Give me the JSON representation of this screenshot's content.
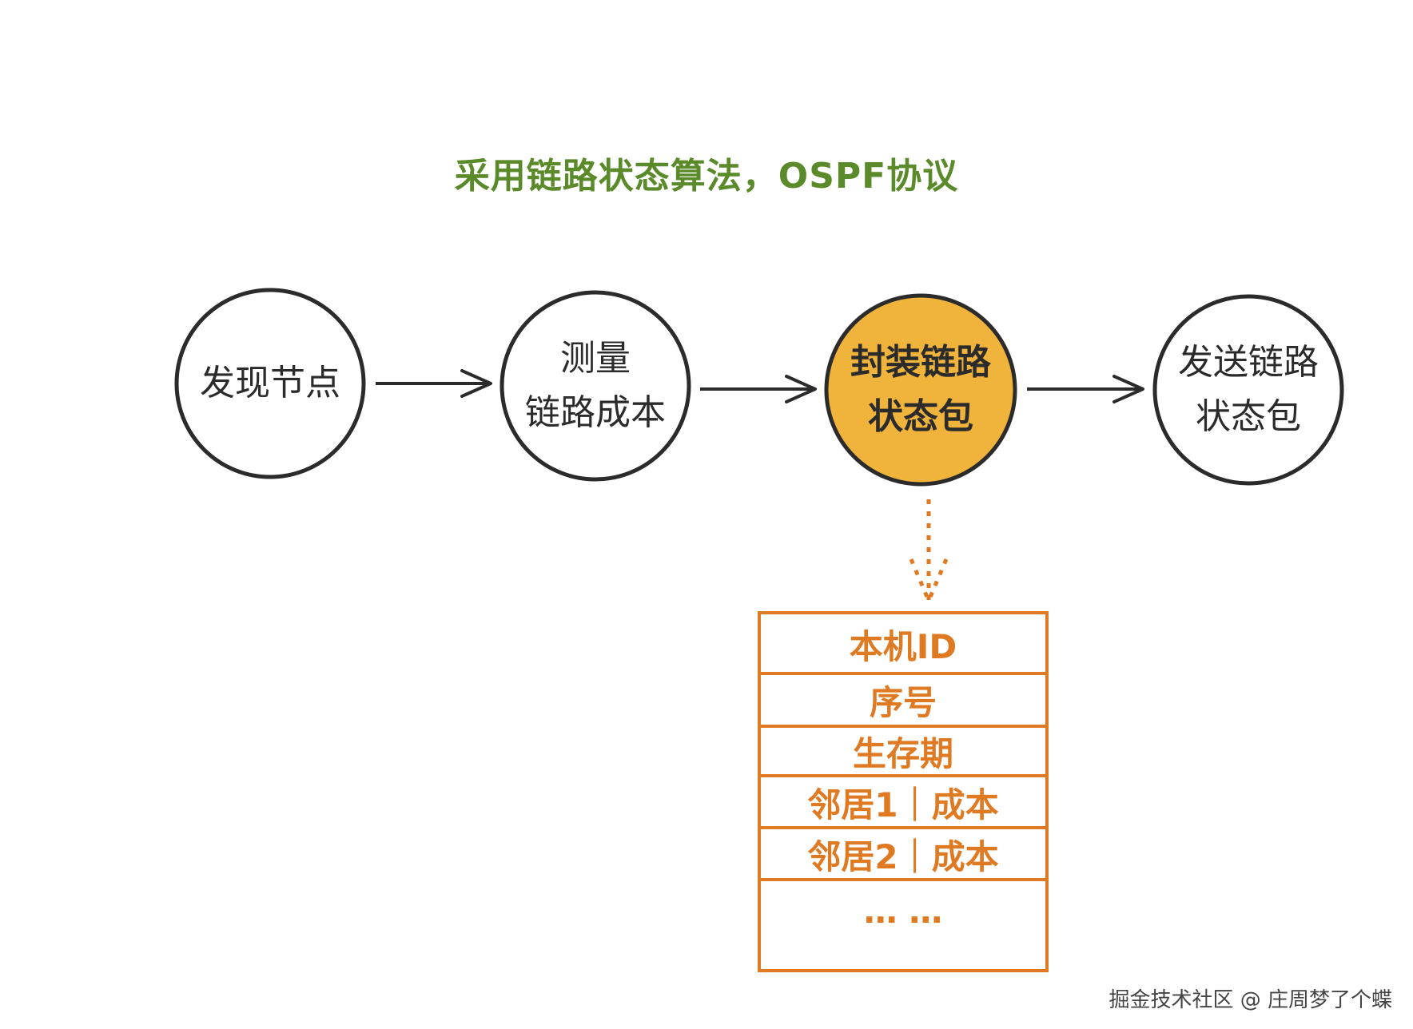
{
  "title": "采用链路状态算法，OSPF协议",
  "nodes": [
    {
      "label": "发现节点"
    },
    {
      "label": "测量\n链路成本"
    },
    {
      "label": "封装链路\n状态包"
    },
    {
      "label": "发送链路\n状态包"
    }
  ],
  "packet": {
    "rows": [
      "本机ID",
      "序号",
      "生存期",
      "邻居1｜成本",
      "邻居2｜成本",
      "…  …"
    ]
  },
  "watermark": "掘金技术社区 @ 庄周梦了个蝶",
  "colors": {
    "title": "#5a8a2a",
    "highlight_fill": "#f0b43c",
    "packet": "#df7a22",
    "stroke": "#2b2b2b"
  }
}
